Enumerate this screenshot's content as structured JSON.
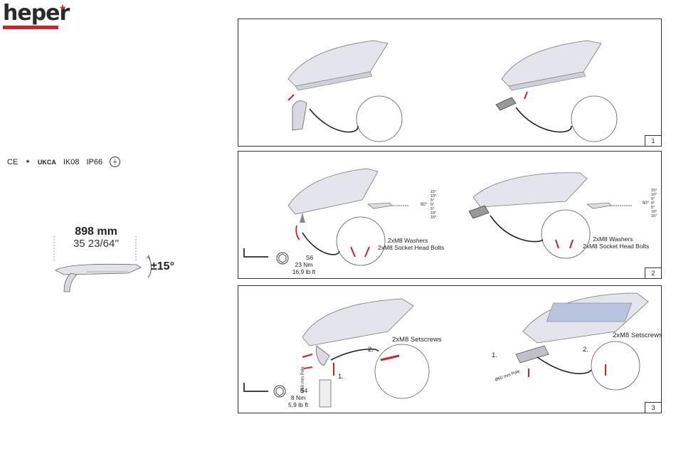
{
  "brand": {
    "name": "heper",
    "accent": "#d5202a"
  },
  "certifications": [
    "CE",
    "ENEC",
    "UKCA",
    "IK08",
    "IP66"
  ],
  "product": {
    "length_mm": "898 mm",
    "length_in": "35 23/64''",
    "tilt": "±15°"
  },
  "panels": [
    {
      "number": "1"
    },
    {
      "number": "2",
      "tool": {
        "size": "S6",
        "torque_nm": "23 Nm",
        "torque_lbft": "16,9 lb ft"
      },
      "left_notes": {
        "washers": "2xM8 Washers",
        "bolts": "2xM8 Socket Head Bolts"
      },
      "right_notes": {
        "washers": "2xM8 Washers",
        "bolts": "2xM8 Socket Head Bolts"
      },
      "angles_left": [
        "15°",
        "10°",
        "5°",
        "0°",
        "5°",
        "10°",
        "15°"
      ],
      "angles_right": [
        "15°",
        "10°",
        "5°",
        "0°",
        "5°",
        "10°",
        "15°"
      ],
      "center_angle": "90°"
    },
    {
      "number": "3",
      "tool": {
        "size": "S4",
        "torque_nm": "8 Nm",
        "torque_lbft": "5,9 lb ft"
      },
      "setscrews_left": "2xM8 Setscrews",
      "setscrews_right": "2xM8 Setscrews",
      "steps": [
        "1.",
        "2."
      ],
      "pole_left": "Ø60 mm Pole",
      "pole_right": "Ø60 mm Pole"
    }
  ]
}
